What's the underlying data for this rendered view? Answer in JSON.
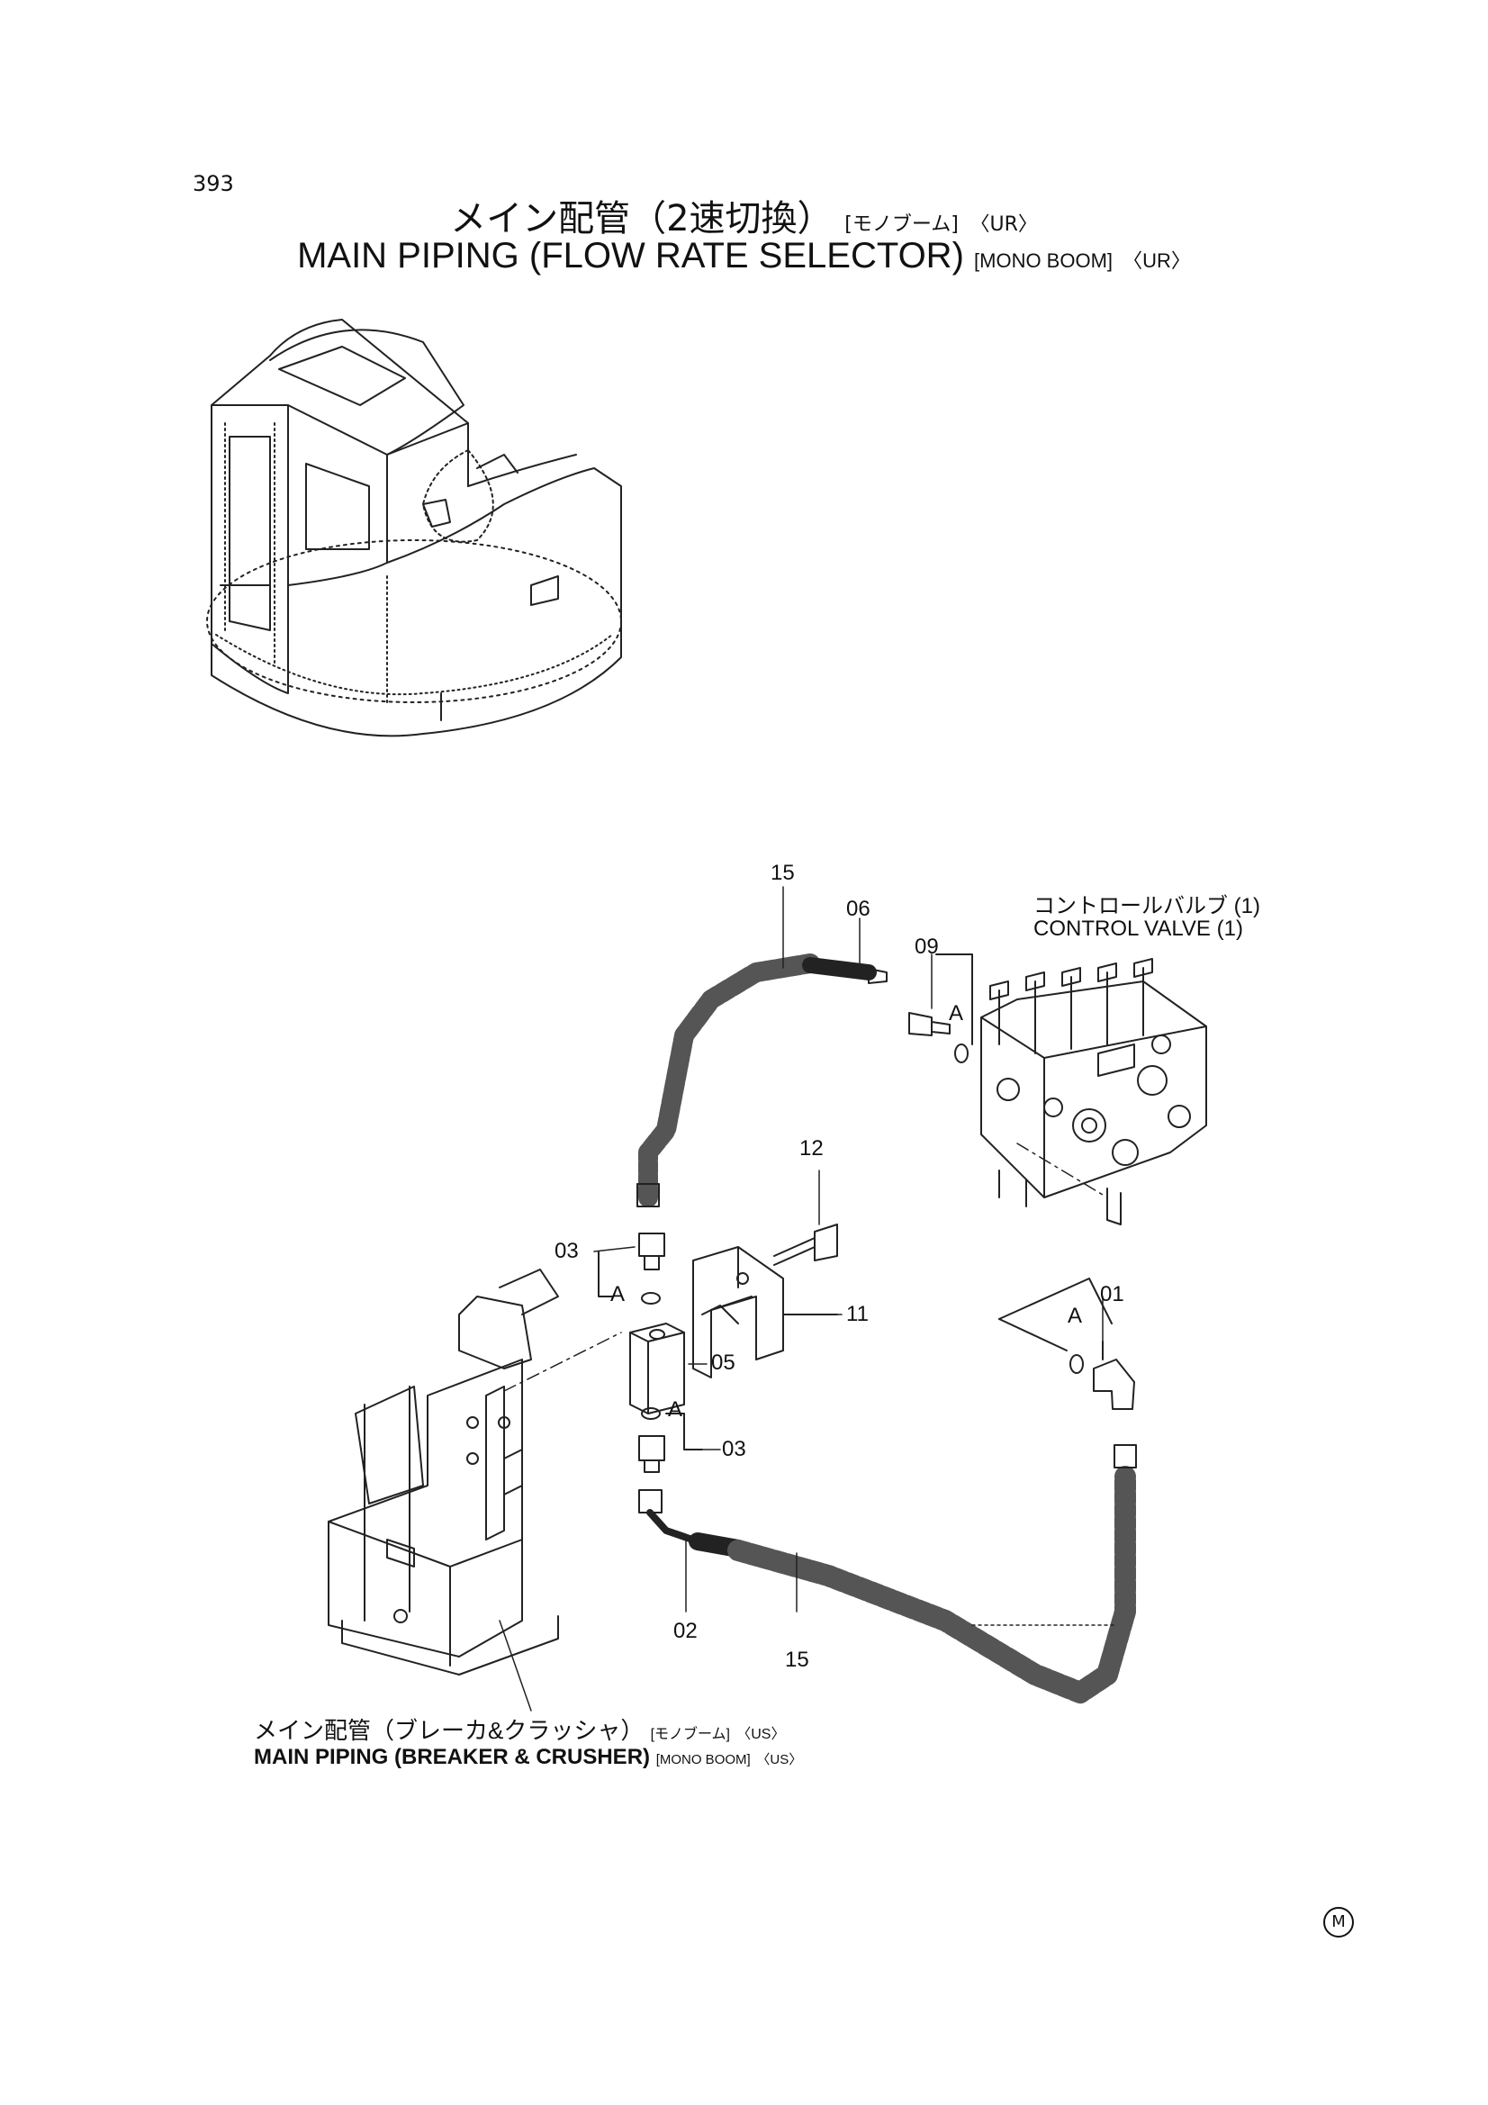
{
  "page_number": "393",
  "title": {
    "jp_main": "メイン配管（2速切換）",
    "jp_variant": "[モノブーム]",
    "jp_code": "〈UR〉",
    "en_main": "MAIN PIPING (FLOW RATE SELECTOR)",
    "en_variant": "[MONO BOOM]",
    "en_code": "〈UR〉"
  },
  "control_valve": {
    "jp": "コントロールバルブ (1)",
    "en": "CONTROL VALVE (1)"
  },
  "part_labels": {
    "p15_top": "15",
    "p06": "06",
    "p09": "09",
    "a_top": "A",
    "p12": "12",
    "p03_top": "03",
    "a_left": "A",
    "p11": "11",
    "p05": "05",
    "a_mid": "A",
    "p03_bottom": "03",
    "a_right": "A",
    "p01": "01",
    "p02": "02",
    "p15_bottom": "15"
  },
  "reference_note": {
    "jp_main": "メイン配管（ブレーカ&クラッシャ）",
    "jp_variant": "[モノブーム]",
    "jp_code": "〈US〉",
    "en_main": "MAIN  PIPING (BREAKER & CRUSHER)",
    "en_variant": "[MONO BOOM]",
    "en_code": "〈US〉"
  },
  "mark": "M"
}
